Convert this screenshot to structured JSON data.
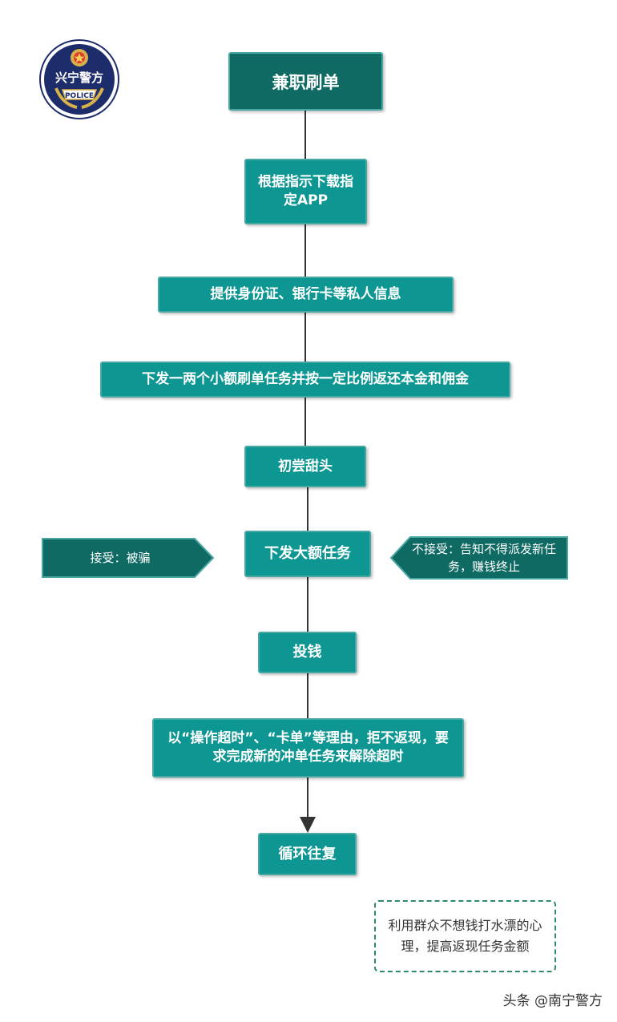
{
  "logo": {
    "text": "兴宁警方",
    "badge_text": "POLICE",
    "colors": {
      "ring": "#1d2d6b",
      "gold": "#d7b14a",
      "star": "#e23a2e"
    }
  },
  "flow": {
    "title": "兼职刷单",
    "step1": "根据指示下载指定APP",
    "step2": "提供身份证、银行卡等私人信息",
    "step3": "下发一两个小额刷单任务并按一定比例返还本金和佣金",
    "step4": "初尝甜头",
    "step5": "下发大额任务",
    "accept": "接受：被骗",
    "reject": "不接受：告知不得派发新任务，赚钱终止",
    "step6": "投钱",
    "step7": "以“操作超时”、“卡单”等理由，拒不返现，要求完成新的冲单任务来解除超时",
    "step8": "循环往复"
  },
  "note": "利用群众不想钱打水漂的心理，提高返现任务金额",
  "watermark": "头条 @南宁警方",
  "colors": {
    "dark_teal": "#0e6a63",
    "teal": "#0d9692",
    "note_border": "#2f8a66",
    "line": "#333333"
  }
}
